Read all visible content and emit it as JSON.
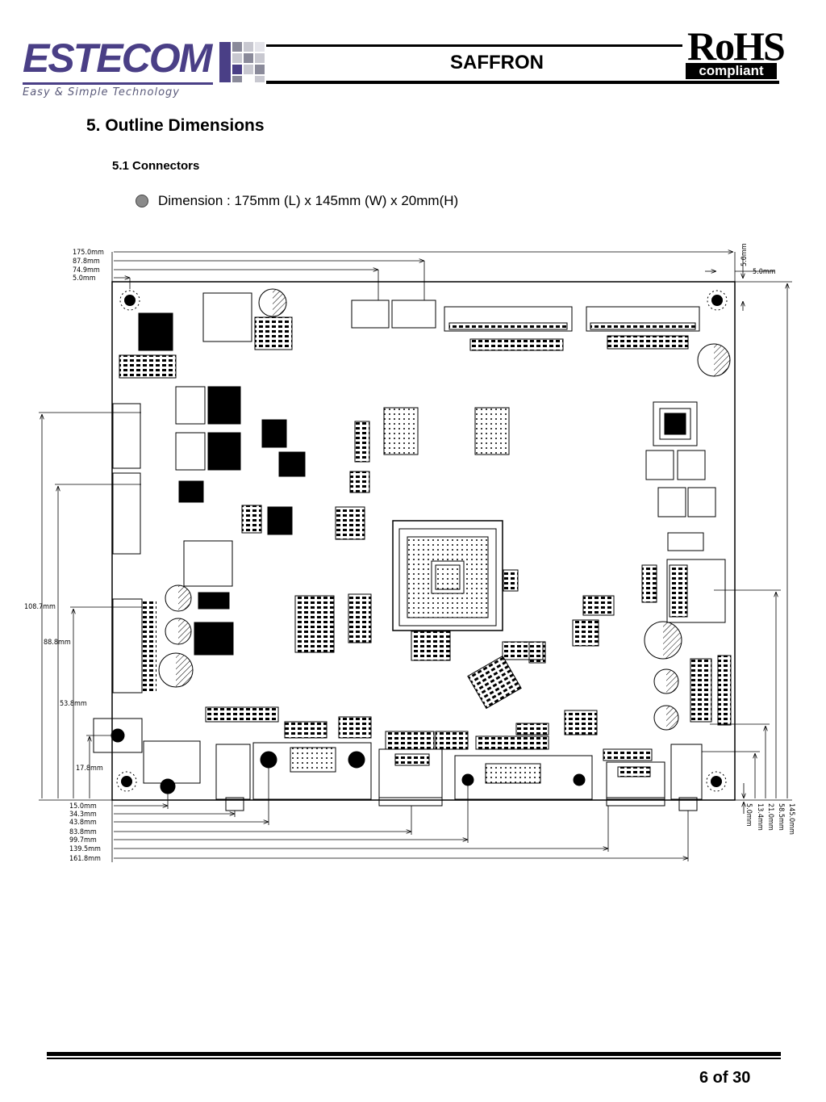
{
  "header": {
    "logo_text": "ESTECOM",
    "logo_tagline": "Easy & Simple Technology",
    "title": "SAFFRON",
    "rohs_top": "RoHS",
    "rohs_bottom": "compliant",
    "brand_color": "#4a3f86"
  },
  "content": {
    "section_title": "5. Outline Dimensions",
    "subsection_title": "5.1  Connectors",
    "bullet_text": "Dimension :  175mm (L) x 145mm (W) x 20mm(H)"
  },
  "drawing": {
    "top_dims": [
      "175.0mm",
      "87.8mm",
      "74.9mm",
      "5.0mm"
    ],
    "top_right_dims": [
      "5.0mm",
      "5.0mm"
    ],
    "left_dims": [
      "108.7mm",
      "88.8mm",
      "53.8mm",
      "17.8mm"
    ],
    "bottom_dims": [
      "15.0mm",
      "34.3mm",
      "43.8mm",
      "83.8mm",
      "99.7mm",
      "139.5mm",
      "161.8mm"
    ],
    "right_dims": [
      "145.0mm",
      "58.5mm",
      "21.0mm",
      "13.4mm",
      "5.0mm"
    ]
  },
  "footer": {
    "page_number": "6 of 30"
  }
}
